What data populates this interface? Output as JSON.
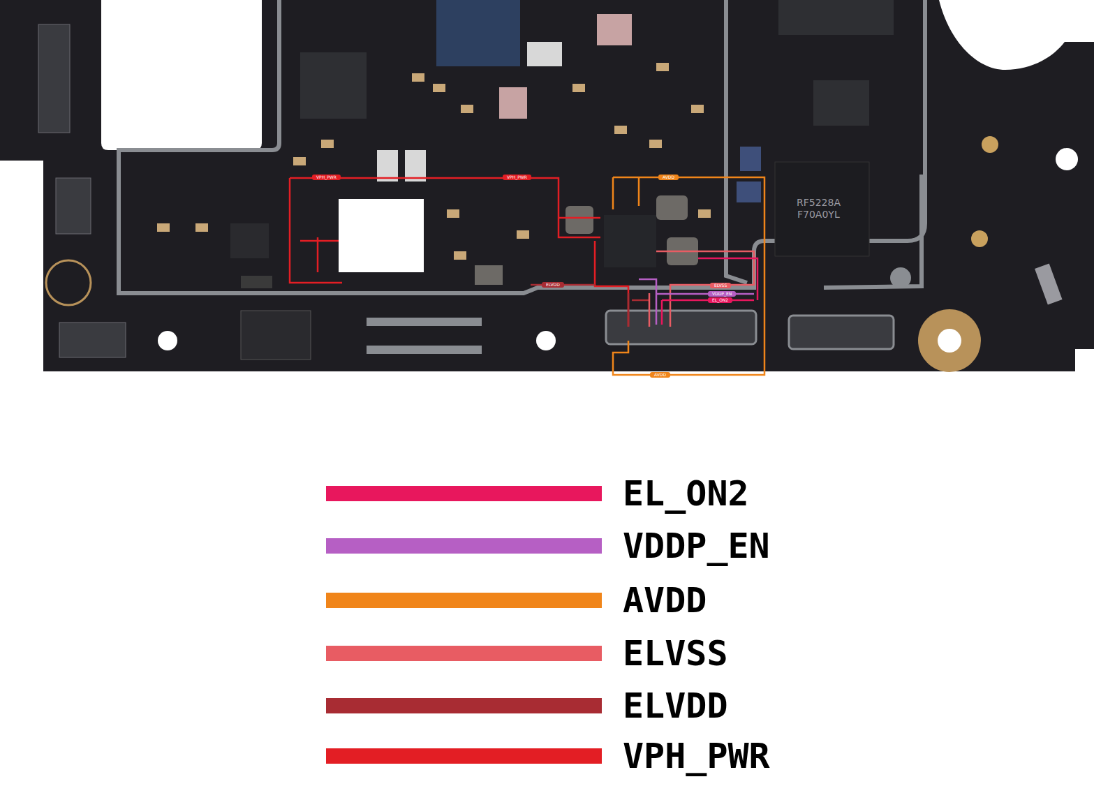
{
  "diagram": {
    "labels": [
      "VPH_PWR",
      "VPH_PWR",
      "AVDD",
      "ELVDD",
      "ELVSS",
      "VDDP_EN",
      "EL_ON2",
      "AVDD",
      "RF5228A",
      "F70A0YL"
    ],
    "legend": [
      {
        "text": "EL_ON2",
        "color": "#e8175d"
      },
      {
        "text": "VDDP_EN",
        "color": "#b65fc4"
      },
      {
        "text": "AVDD",
        "color": "#f0851a"
      },
      {
        "text": "ELVSS",
        "color": "#e85c63"
      },
      {
        "text": "ELVDD",
        "color": "#a82c33"
      },
      {
        "text": "VPH_PWR",
        "color": "#e31e24"
      }
    ]
  }
}
